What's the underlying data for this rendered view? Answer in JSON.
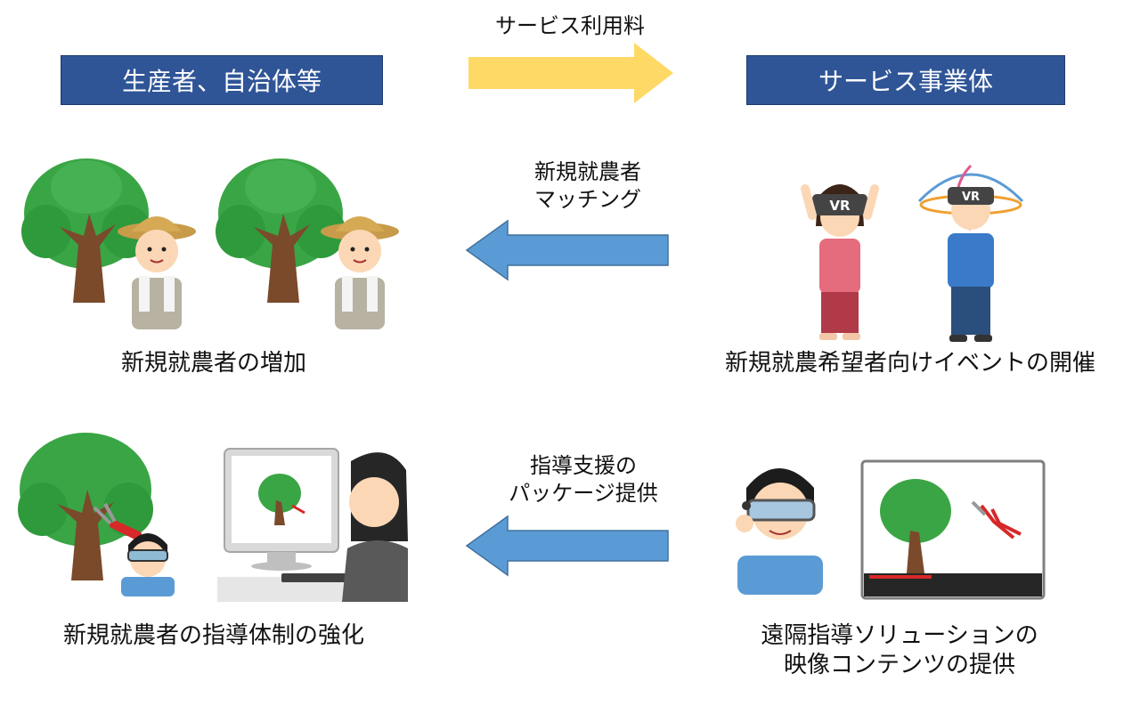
{
  "header": {
    "left_box": "生産者、自治体等",
    "right_box": "サービス事業体",
    "top_arrow_label": "サービス利用料"
  },
  "rows": [
    {
      "arrow_label_lines": [
        "新規就農者",
        "マッチング"
      ],
      "left_caption": "新規就農者の増加",
      "right_caption": "新規就農希望者向けイベントの開催",
      "vr_text": "VR"
    },
    {
      "arrow_label_lines": [
        "指導支援の",
        "パッケージ提供"
      ],
      "left_caption": "新規就農者の指導体制の強化",
      "right_caption_lines": [
        "遠隔指導ソリューションの",
        "映像コンテンツの提供"
      ]
    }
  ],
  "colors": {
    "box_blue": "#2f5597",
    "arrow_yellow": "#ffd966",
    "arrow_blue": "#5b9bd5",
    "tree_green": "#3aa545",
    "trunk_brown": "#7a4a2b"
  },
  "icons": [
    "tree-icon",
    "farmer-icon",
    "vr-headset-icon",
    "person-icon",
    "computer-icon",
    "pruning-shears-icon",
    "video-player-icon"
  ]
}
